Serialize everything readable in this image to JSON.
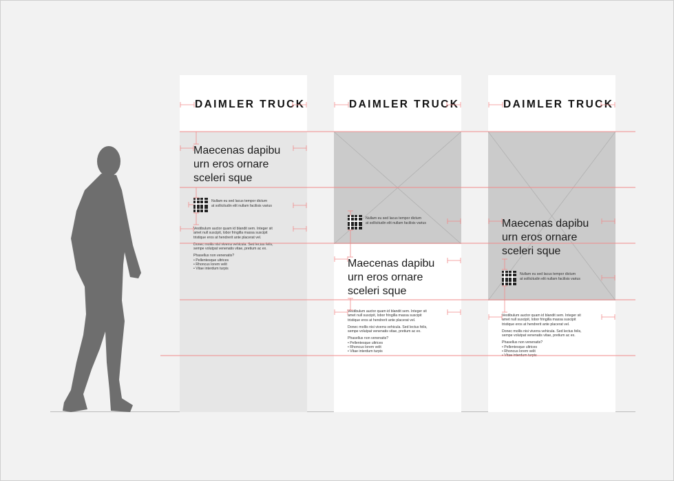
{
  "brand": {
    "logo_text": "DAIMLER TRUCK"
  },
  "copy": {
    "headline": [
      "Maecenas dapibu",
      "urn eros ornare",
      "sceleri sque"
    ],
    "qr_text": [
      "Nullam eu sed lacus tempor dictum",
      "at sollicitudin elit nullam facilisis varius"
    ],
    "body_paragraph_1": [
      "Vestibulum auctor quam id blandit sem. Integer sit",
      "amet null suscipit, lobor   fringilla massa suscipit",
      "tristique eros at hendrerit ante placerat vel."
    ],
    "body_paragraph_2": [
      "Donec mollis nisi viverra vehicula. Sed lectus felis,",
      "sempe volutpat venenatis vitae, pretium ac ex."
    ],
    "list_title": "Phasellus non venenatis?",
    "list_items": [
      "Pellentesque ultrices",
      "Rhoncus lorem  velit",
      "Vitae interdum turpis"
    ]
  },
  "colors": {
    "background": "#f2f2f2",
    "guide_lines": "#f08a8a",
    "image_placeholder": "#cbcbcb",
    "banner_1_fill": "#e6e6e6",
    "banner_fill": "#ffffff",
    "silhouette": "#6e6e6e"
  },
  "icons": {
    "placeholder": "image-placeholder-x",
    "qr": "qr-code",
    "figure": "walking-person-silhouette",
    "spacing": "dimension-marker"
  }
}
